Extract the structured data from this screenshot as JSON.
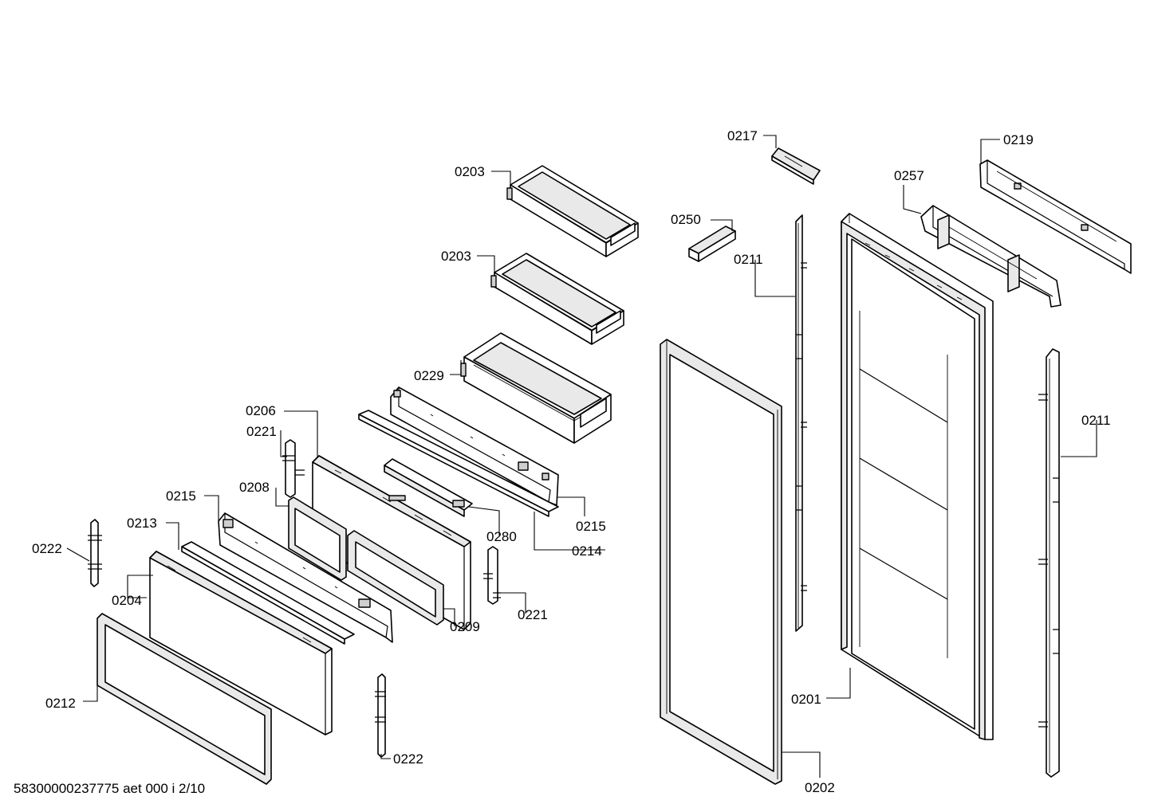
{
  "document_id": "58300000237775 aet 000 i 2/10",
  "callouts": [
    {
      "id": "0217",
      "part": "hinge-bracket-top"
    },
    {
      "id": "0219",
      "part": "top-rail"
    },
    {
      "id": "0257",
      "part": "handle-bracket"
    },
    {
      "id": "0250",
      "part": "small-handle-cap"
    },
    {
      "id": "0211",
      "part": "side-strip-center"
    },
    {
      "id": "0203",
      "part": "drawer-upper"
    },
    {
      "id": "0203",
      "part": "drawer-middle"
    },
    {
      "id": "0229",
      "part": "drawer-lower"
    },
    {
      "id": "0211",
      "part": "side-strip-right"
    },
    {
      "id": "0206",
      "part": "drawer-front-upper"
    },
    {
      "id": "0221",
      "part": "bracket-left"
    },
    {
      "id": "0208",
      "part": "small-frame"
    },
    {
      "id": "0215",
      "part": "rail-left"
    },
    {
      "id": "0213",
      "part": "strip-left"
    },
    {
      "id": "0222",
      "part": "clip-left"
    },
    {
      "id": "0204",
      "part": "drawer-front-lower"
    },
    {
      "id": "0280",
      "part": "slide-bar"
    },
    {
      "id": "0215",
      "part": "rail-right"
    },
    {
      "id": "0214",
      "part": "strip-right"
    },
    {
      "id": "0221",
      "part": "bracket-right"
    },
    {
      "id": "0209",
      "part": "frame-gasket-small"
    },
    {
      "id": "0212",
      "part": "gasket-lower"
    },
    {
      "id": "0222",
      "part": "clip-bottom"
    },
    {
      "id": "0201",
      "part": "door-panel"
    },
    {
      "id": "0202",
      "part": "door-gasket"
    }
  ]
}
